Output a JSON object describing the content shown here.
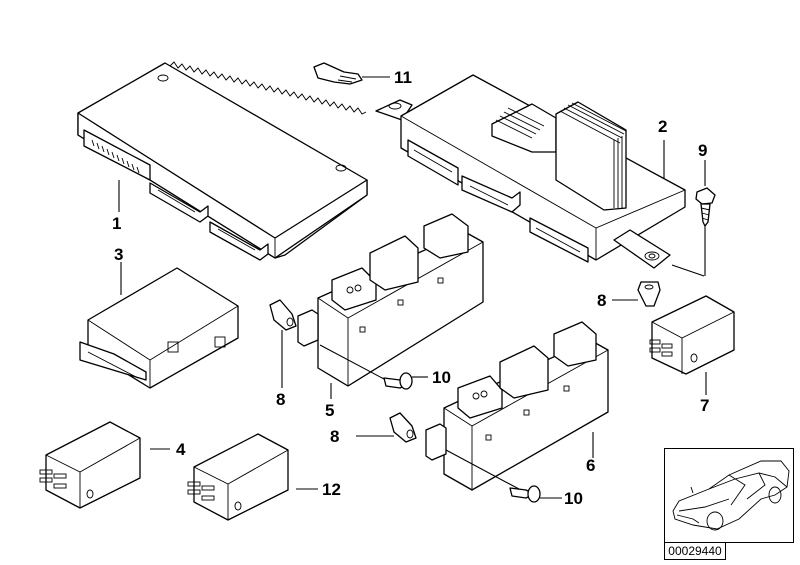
{
  "diagram": {
    "type": "exploded parts diagram",
    "subject": "control modules and relays",
    "callouts": [
      {
        "id": "1",
        "label": "1"
      },
      {
        "id": "2",
        "label": "2"
      },
      {
        "id": "3",
        "label": "3"
      },
      {
        "id": "4",
        "label": "4"
      },
      {
        "id": "5",
        "label": "5"
      },
      {
        "id": "6",
        "label": "6"
      },
      {
        "id": "7",
        "label": "7"
      },
      {
        "id": "8a",
        "label": "8"
      },
      {
        "id": "8b",
        "label": "8"
      },
      {
        "id": "8c",
        "label": "8"
      },
      {
        "id": "9",
        "label": "9"
      },
      {
        "id": "10a",
        "label": "10"
      },
      {
        "id": "10b",
        "label": "10"
      },
      {
        "id": "11",
        "label": "11"
      },
      {
        "id": "12",
        "label": "12"
      }
    ],
    "inset": {
      "illustration": "car-outline",
      "reference_number": "00029440"
    }
  }
}
